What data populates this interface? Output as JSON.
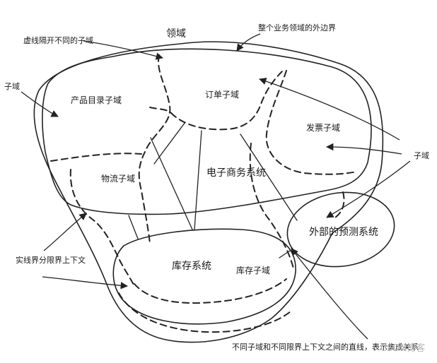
{
  "labels": {
    "domain": "领域",
    "outer_boundary_note": "整个业务领域的外边界",
    "dashed_line_note": "虚线隔开不同的子域",
    "subdomain_left": "子域",
    "product_catalog": "产品目录子域",
    "order": "订单子域",
    "invoice": "发票子域",
    "subdomain_right": "子域",
    "logistics": "物流子域",
    "ecommerce_system": "电子商务系统",
    "external_forecast": "外部的预测系统",
    "solid_line_note": "实线界分限界上下文",
    "inventory_system": "库存系统",
    "inventory_subdomain": "库存子域",
    "integration_note": "不同子域和不同限界上下文之间的直线，表示集成关系",
    "watermark": "CSDN博客"
  }
}
